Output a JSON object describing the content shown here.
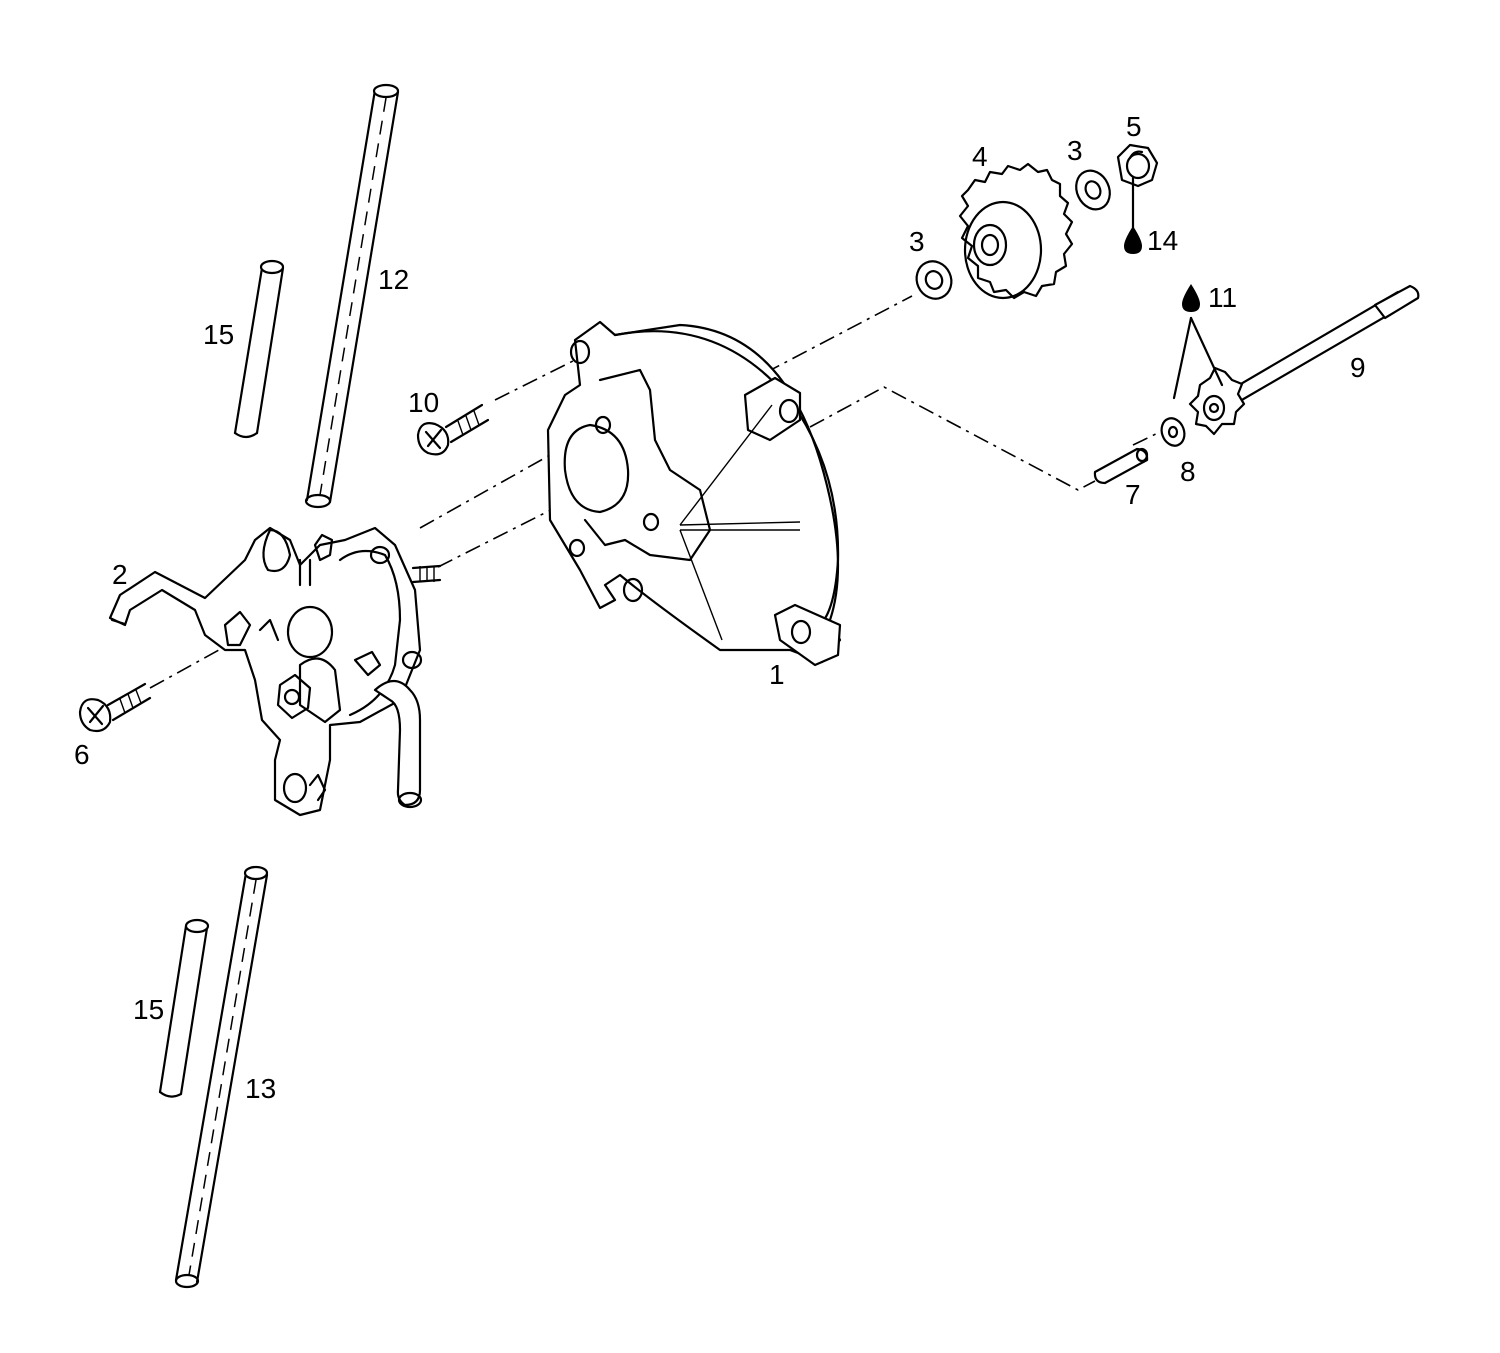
{
  "callouts": {
    "c1": "1",
    "c2": "2",
    "c3a": "3",
    "c3b": "3",
    "c4": "4",
    "c5": "5",
    "c6": "6",
    "c7": "7",
    "c8": "8",
    "c9": "9",
    "c10": "10",
    "c11": "11",
    "c12": "12",
    "c13": "13",
    "c14": "14",
    "c15a": "15",
    "c15b": "15"
  },
  "icons": {
    "lubricant_drop": "oil-drop-icon"
  }
}
